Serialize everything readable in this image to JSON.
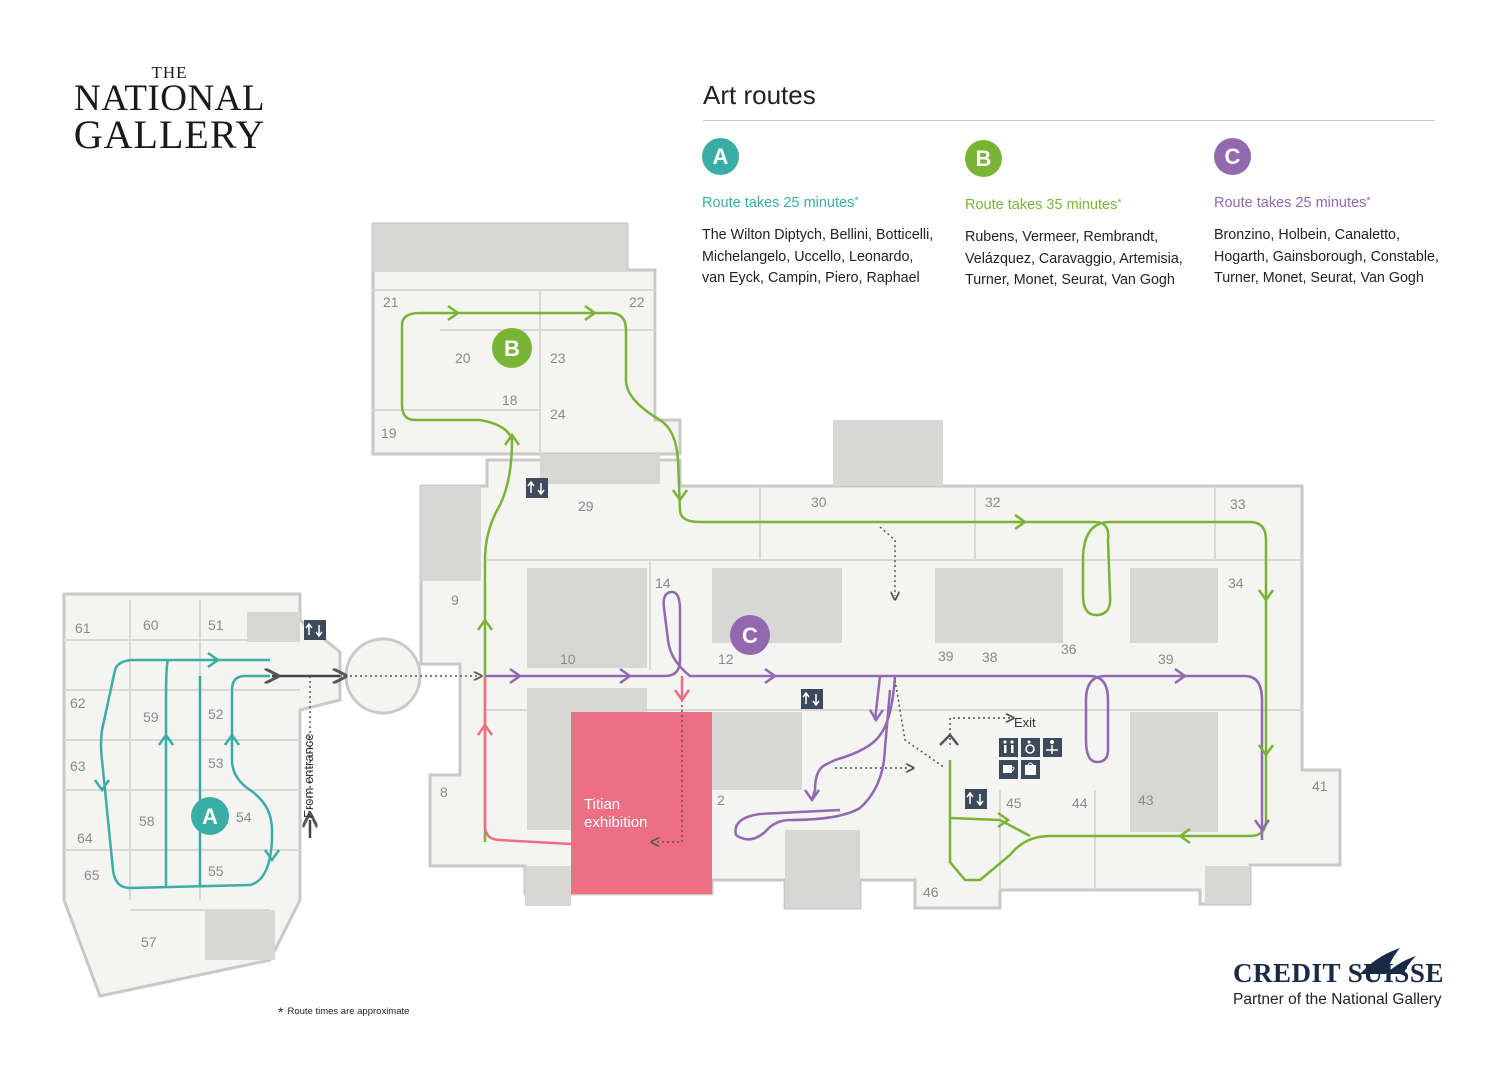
{
  "logo": {
    "line1": "THE",
    "line2": "NATIONAL",
    "line3": "GALLERY"
  },
  "legend": {
    "title": "Art routes",
    "routes": [
      {
        "letter": "A",
        "color": "#3aaea5",
        "time": "Route takes 25 minutes",
        "artists": [
          "The Wilton Diptych, Bellini, Botticelli,",
          "Michelangelo, Uccello, Leonardo,",
          "van Eyck, Campin, Piero, Raphael"
        ]
      },
      {
        "letter": "B",
        "color": "#7ab435",
        "time": "Route takes 35 minutes",
        "artists": [
          "Rubens, Vermeer, Rembrandt,",
          "Velázquez, Caravaggio, Artemisia,",
          "Turner, Monet, Seurat, Van Gogh"
        ]
      },
      {
        "letter": "C",
        "color": "#9268ae",
        "time": "Route takes 25 minutes",
        "artists": [
          "Bronzino, Holbein, Canaletto,",
          "Hogarth, Gainsborough, Constable,",
          "Turner, Monet, Seurat, Van Gogh"
        ]
      }
    ],
    "time_mark": "*"
  },
  "map": {
    "rooms": [
      "2",
      "8",
      "9",
      "10",
      "12",
      "14",
      "18",
      "19",
      "20",
      "21",
      "22",
      "23",
      "24",
      "29",
      "30",
      "32",
      "33",
      "34",
      "36",
      "39",
      "38",
      "39",
      "41",
      "43",
      "44",
      "45",
      "46",
      "51",
      "52",
      "53",
      "54",
      "55",
      "57",
      "58",
      "59",
      "60",
      "61",
      "62",
      "63",
      "64",
      "65"
    ],
    "exhibition": {
      "line1": "Titian",
      "line2": "exhibition",
      "color": "#ee6f84"
    },
    "from_entrance": "From entrance",
    "exit": "Exit",
    "route_markers": [
      "A",
      "B",
      "C"
    ]
  },
  "footnote": {
    "mark": "*",
    "text": "Route times are approximate"
  },
  "sponsor": {
    "name": "CREDIT SUISSE",
    "tagline": "Partner of the National Gallery"
  }
}
